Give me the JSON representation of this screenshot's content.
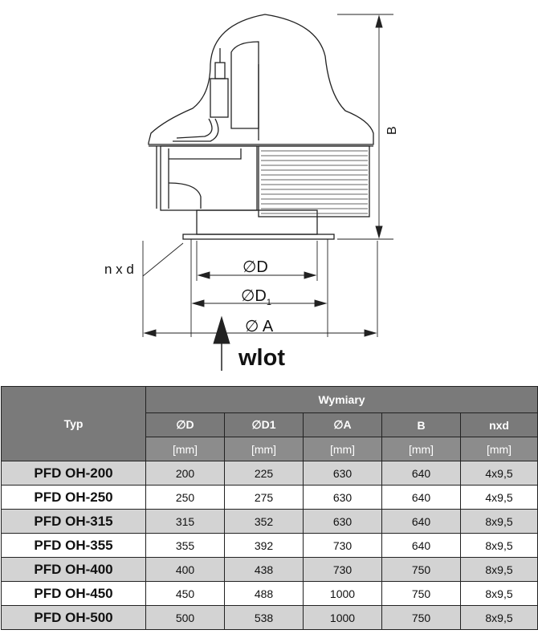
{
  "drawing": {
    "label_B": "B",
    "label_nxd": "n x d",
    "label_D": "∅D",
    "label_D1_main": "∅D",
    "label_D1_sub": "1",
    "label_A": "∅ A",
    "inlet_label": "wlot"
  },
  "table": {
    "col_typ": "Typ",
    "group_header": "Wymiary",
    "columns": [
      "∅D",
      "∅D1",
      "∅A",
      "B",
      "nxd"
    ],
    "units": [
      "[mm]",
      "[mm]",
      "[mm]",
      "[mm]",
      "[mm]"
    ],
    "rows": [
      {
        "typ": "PFD OH-200",
        "d": "200",
        "d1": "225",
        "a": "630",
        "b": "640",
        "nxd": "4x9,5"
      },
      {
        "typ": "PFD OH-250",
        "d": "250",
        "d1": "275",
        "a": "630",
        "b": "640",
        "nxd": "4x9,5"
      },
      {
        "typ": "PFD OH-315",
        "d": "315",
        "d1": "352",
        "a": "630",
        "b": "640",
        "nxd": "8x9,5"
      },
      {
        "typ": "PFD OH-355",
        "d": "355",
        "d1": "392",
        "a": "730",
        "b": "640",
        "nxd": "8x9,5"
      },
      {
        "typ": "PFD OH-400",
        "d": "400",
        "d1": "438",
        "a": "730",
        "b": "750",
        "nxd": "8x9,5"
      },
      {
        "typ": "PFD OH-450",
        "d": "450",
        "d1": "488",
        "a": "1000",
        "b": "750",
        "nxd": "8x9,5"
      },
      {
        "typ": "PFD OH-500",
        "d": "500",
        "d1": "538",
        "a": "1000",
        "b": "750",
        "nxd": "8x9,5"
      }
    ]
  }
}
